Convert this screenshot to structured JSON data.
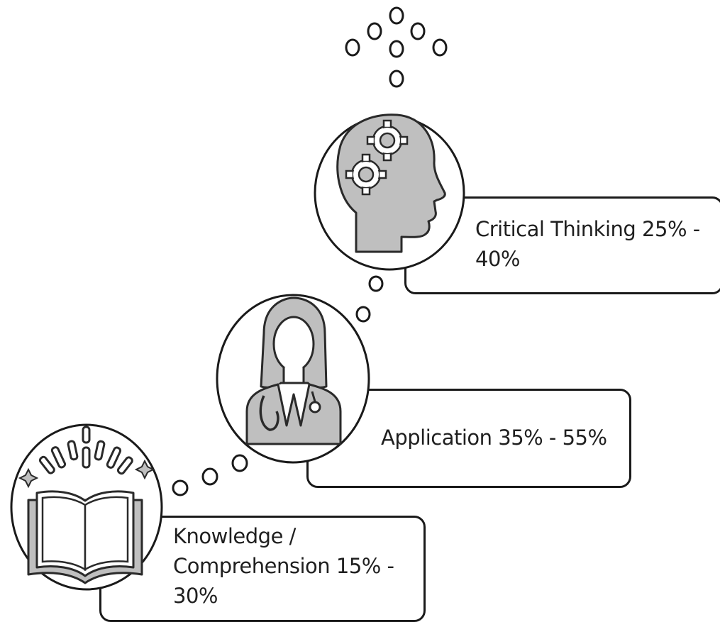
{
  "stages": [
    {
      "id": "knowledge",
      "label": "Knowledge /\nComprehension 15% -\n30%",
      "icon": "open-book-icon"
    },
    {
      "id": "application",
      "label": "Application  35% - 55%",
      "icon": "doctor-icon"
    },
    {
      "id": "critical_thinking",
      "label": "Critical Thinking 25% -\n40%",
      "icon": "head-gears-icon"
    }
  ],
  "colors": {
    "stroke": "#1a1a1a",
    "fill_gray": "#bfbfbf",
    "background": "#ffffff"
  }
}
